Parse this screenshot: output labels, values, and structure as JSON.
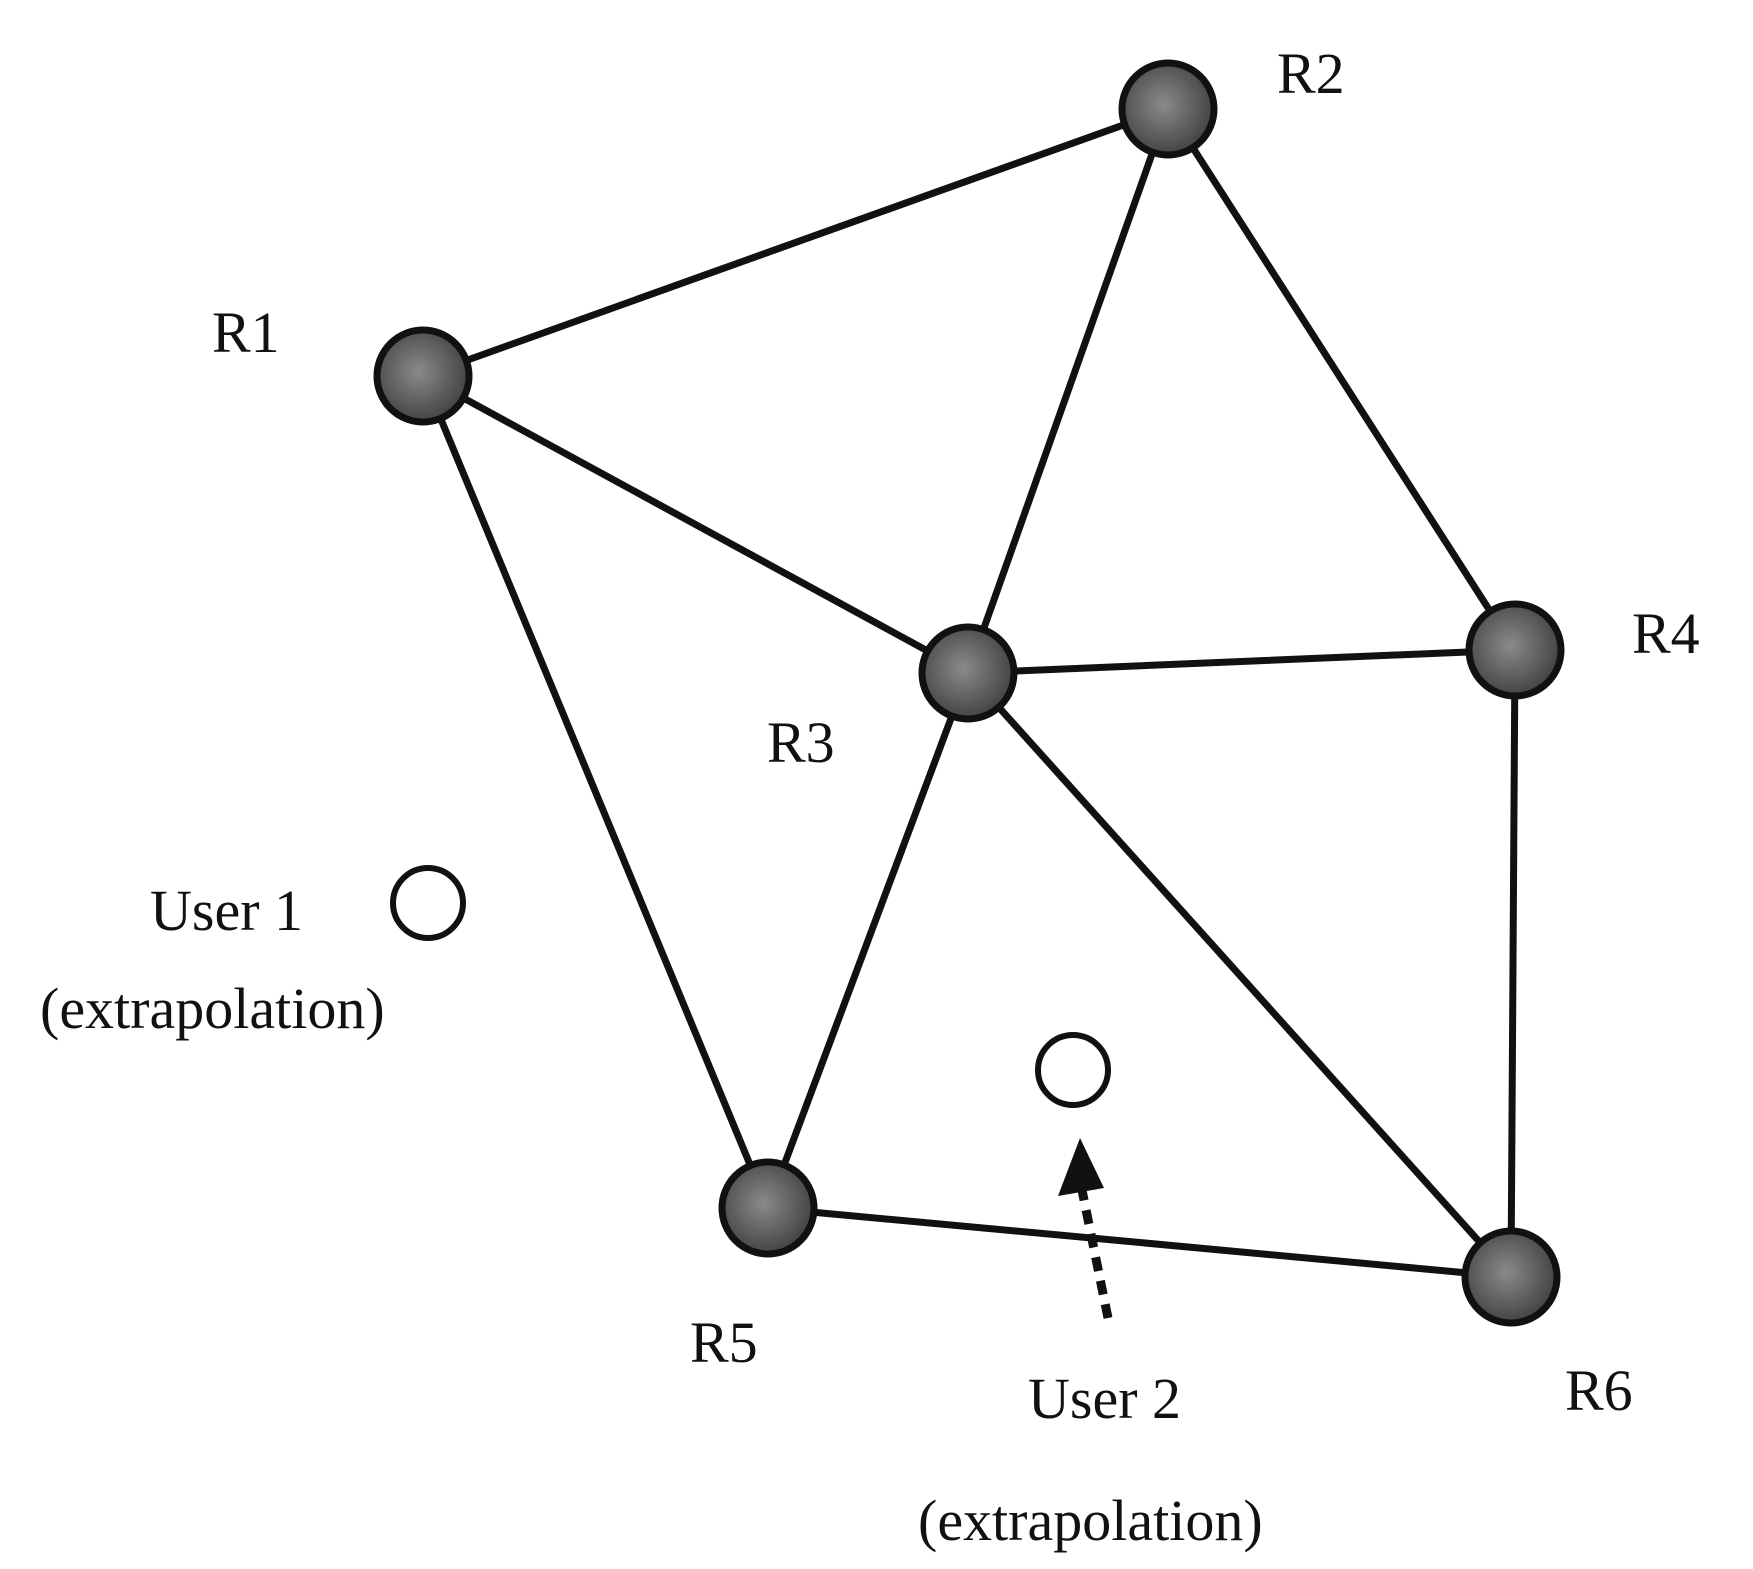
{
  "routers": [
    {
      "id": "r1",
      "label": "R1"
    },
    {
      "id": "r2",
      "label": "R2"
    },
    {
      "id": "r3",
      "label": "R3"
    },
    {
      "id": "r4",
      "label": "R4"
    },
    {
      "id": "r5",
      "label": "R5"
    },
    {
      "id": "r6",
      "label": "R6"
    }
  ],
  "links": [
    [
      "R1",
      "R2"
    ],
    [
      "R1",
      "R3"
    ],
    [
      "R1",
      "R5"
    ],
    [
      "R2",
      "R3"
    ],
    [
      "R2",
      "R4"
    ],
    [
      "R3",
      "R4"
    ],
    [
      "R3",
      "R5"
    ],
    [
      "R3",
      "R6"
    ],
    [
      "R4",
      "R6"
    ],
    [
      "R5",
      "R6"
    ]
  ],
  "users": [
    {
      "id": "user1",
      "label": "User 1",
      "note": "(extrapolation)"
    },
    {
      "id": "user2",
      "label": "User 2",
      "note": "(extrapolation)"
    }
  ]
}
